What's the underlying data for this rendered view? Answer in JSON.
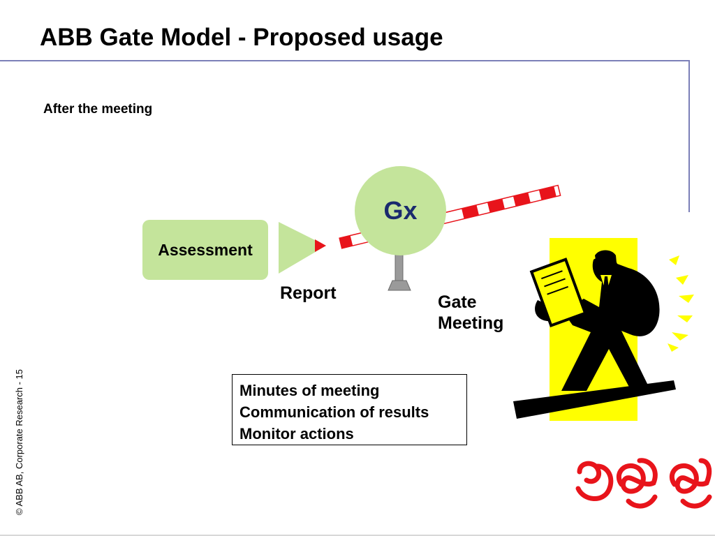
{
  "slide": {
    "title": "ABB Gate Model - Proposed usage",
    "subtitle": "After the meeting",
    "copyright": "© ABB AB, Corporate Research - 15"
  },
  "diagram": {
    "assessment_label": "Assessment",
    "report_label": "Report",
    "gate_symbol": "Gx",
    "gate_meeting_lines": [
      "Gate",
      "Meeting"
    ],
    "outcomes": [
      "Minutes of meeting",
      "Communication of results",
      "Monitor actions"
    ]
  },
  "colors": {
    "shape_fill": "#c4e49b",
    "barrier_red": "#e8141b",
    "gx_text": "#1a2a6e",
    "clipart_yellow": "#ffff00",
    "logo_red": "#e8141b",
    "rule": "#7b7fb8"
  },
  "icons": {
    "clipart": "running-businessman-icon",
    "logo": "script-logo-icon",
    "triangle": "report-triangle-icon",
    "barrier": "gate-barrier-icon"
  }
}
